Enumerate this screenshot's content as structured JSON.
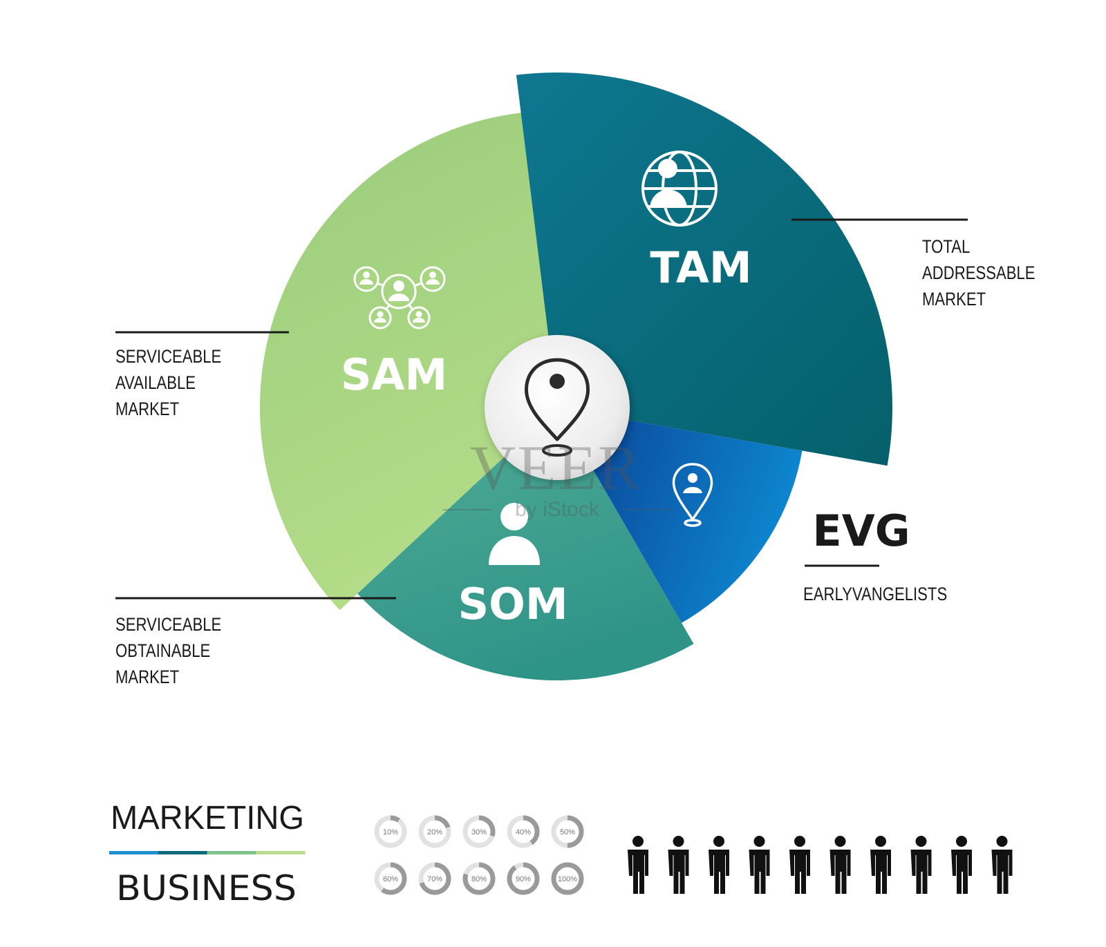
{
  "colors": {
    "tam": "#0b6b7c",
    "sam": "#a3d483",
    "som": "#3f9f8e",
    "evg": "#0a5aa5",
    "dark": "#1a1a1a"
  },
  "segments": {
    "tam": {
      "abbr": "TAM",
      "desc": [
        "TOTAL",
        "ADDRESSABLE",
        "MARKET"
      ],
      "icon": "globe-people-icon"
    },
    "sam": {
      "abbr": "SAM",
      "desc": [
        "SERVICEABLE",
        "AVAILABLE",
        "MARKET"
      ],
      "icon": "network-people-icon"
    },
    "som": {
      "abbr": "SOM",
      "desc": [
        "SERVICEABLE",
        "OBTAINABLE",
        "MARKET"
      ],
      "icon": "person-icon"
    },
    "evg": {
      "abbr": "EVG",
      "desc": [
        "EARLYVANGELISTS"
      ],
      "icon": "location-person-icon"
    }
  },
  "center_icon": "map-pin-icon",
  "footer": {
    "title_top": "MARKETING",
    "title_bottom": "BUSINESS",
    "stripe_colors": [
      "#1e8fcf",
      "#0b6b7c",
      "#7fc28c",
      "#b9dc8e"
    ],
    "progress": [
      {
        "label": "10%",
        "value": 0.1
      },
      {
        "label": "20%",
        "value": 0.2
      },
      {
        "label": "30%",
        "value": 0.3
      },
      {
        "label": "40%",
        "value": 0.4
      },
      {
        "label": "50%",
        "value": 0.5
      },
      {
        "label": "60%",
        "value": 0.6
      },
      {
        "label": "70%",
        "value": 0.7
      },
      {
        "label": "80%",
        "value": 0.8
      },
      {
        "label": "90%",
        "value": 0.9
      },
      {
        "label": "100%",
        "value": 1.0
      }
    ],
    "people_count": 10,
    "people_icon": "person-figure-icon"
  },
  "watermark": {
    "main": "VEER",
    "sub": "by iStock"
  }
}
